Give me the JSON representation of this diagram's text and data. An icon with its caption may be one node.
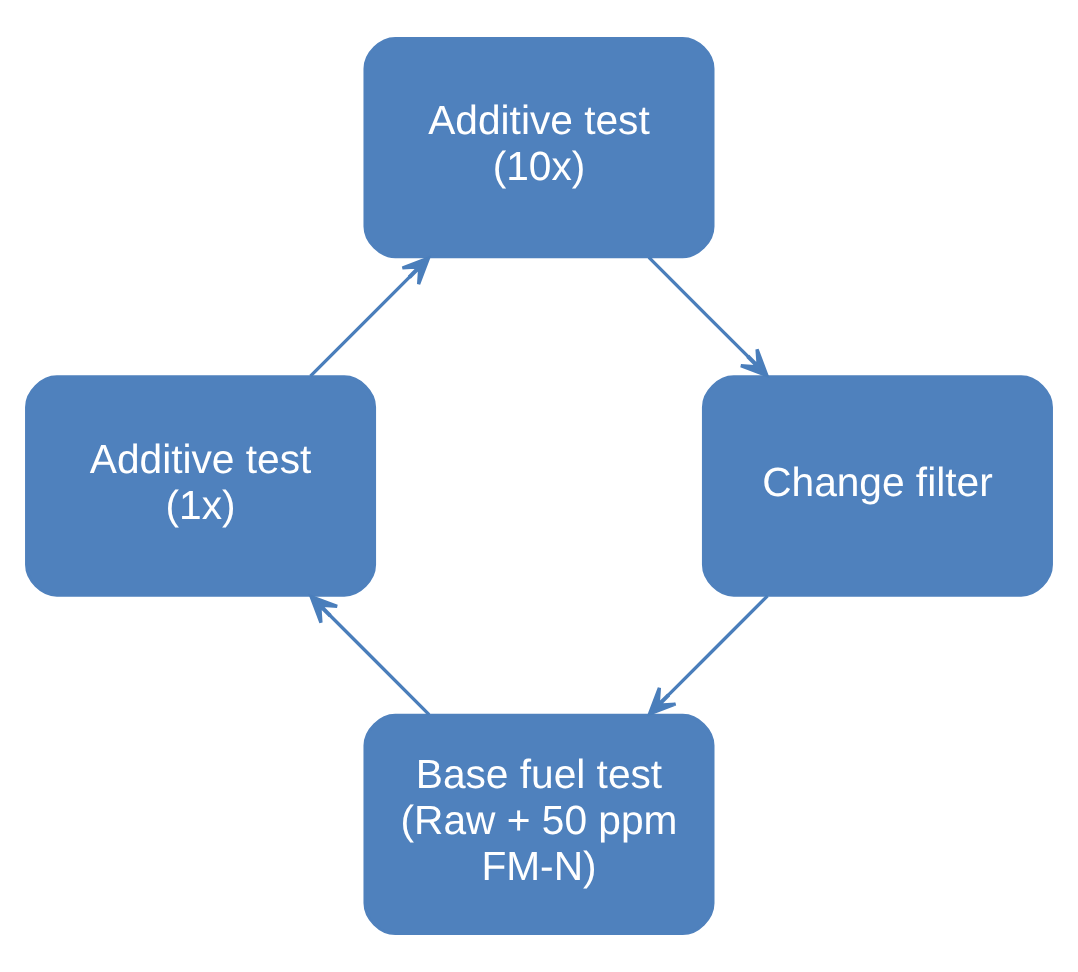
{
  "diagram": {
    "nodes": [
      {
        "text": [
          "Base fuel test (Raw + 50 ppm FM-N)"
        ]
      },
      {
        "text": [
          "Additive test (1x)"
        ]
      },
      {
        "text": [
          "Additive test (10x)"
        ]
      },
      {
        "text": [
          "Change filter"
        ]
      }
    ],
    "edges": [
      {
        "from": 0,
        "to": 1,
        "arrow": "to"
      },
      {
        "from": 1,
        "to": 2,
        "arrow": "to"
      },
      {
        "from": 2,
        "to": 3,
        "arrow": "to"
      },
      {
        "from": 3,
        "to": 0,
        "arrow": "to"
      }
    ]
  }
}
